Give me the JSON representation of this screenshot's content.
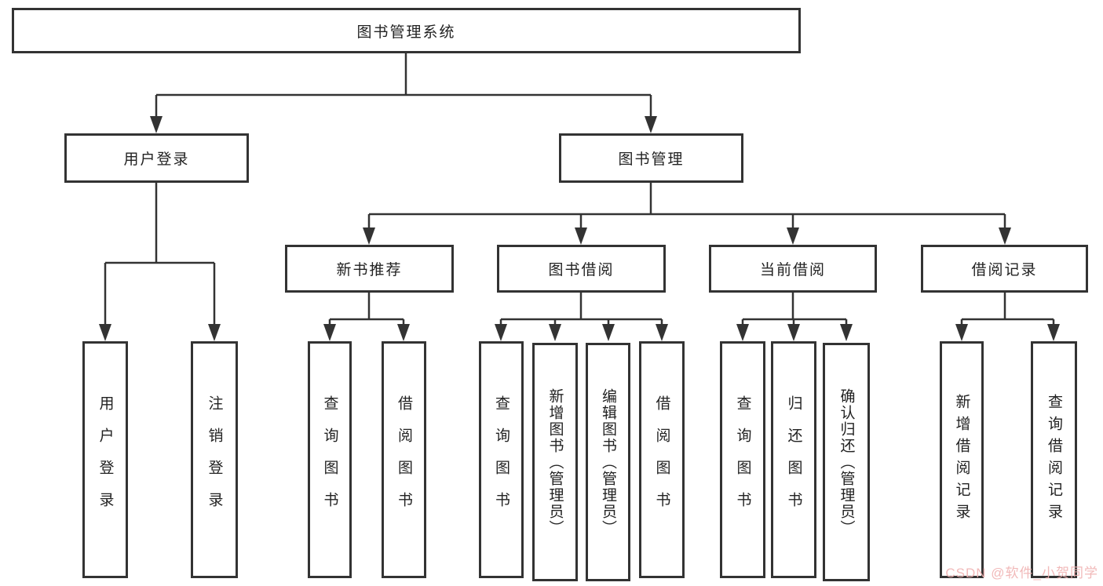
{
  "diagram": {
    "root": {
      "label": "图书管理系统"
    },
    "branches": [
      {
        "label": "用户登录",
        "children": [
          {
            "label": "用户登录"
          },
          {
            "label": "注销登录"
          }
        ]
      },
      {
        "label": "图书管理",
        "sections": [
          {
            "label": "新书推荐",
            "children": [
              {
                "label": "查询图书"
              },
              {
                "label": "借阅图书"
              }
            ]
          },
          {
            "label": "图书借阅",
            "children": [
              {
                "label": "查询图书"
              },
              {
                "label": "新增图书（管理员）"
              },
              {
                "label": "编辑图书（管理员）"
              },
              {
                "label": "借阅图书"
              }
            ]
          },
          {
            "label": "当前借阅",
            "children": [
              {
                "label": "查询图书"
              },
              {
                "label": "归还图书"
              },
              {
                "label": "确认归还（管理员）"
              }
            ]
          },
          {
            "label": "借阅记录",
            "children": [
              {
                "label": "新增借阅记录"
              },
              {
                "label": "查询借阅记录"
              }
            ]
          }
        ]
      }
    ]
  },
  "watermark": {
    "text": "CSDN @软件_小贺同学"
  },
  "colors": {
    "line": "#333333",
    "box_border": "#333333",
    "box_background": "#ffffff",
    "text": "#222222",
    "watermark": "#f0b2b2",
    "page_background": "#ffffff"
  }
}
